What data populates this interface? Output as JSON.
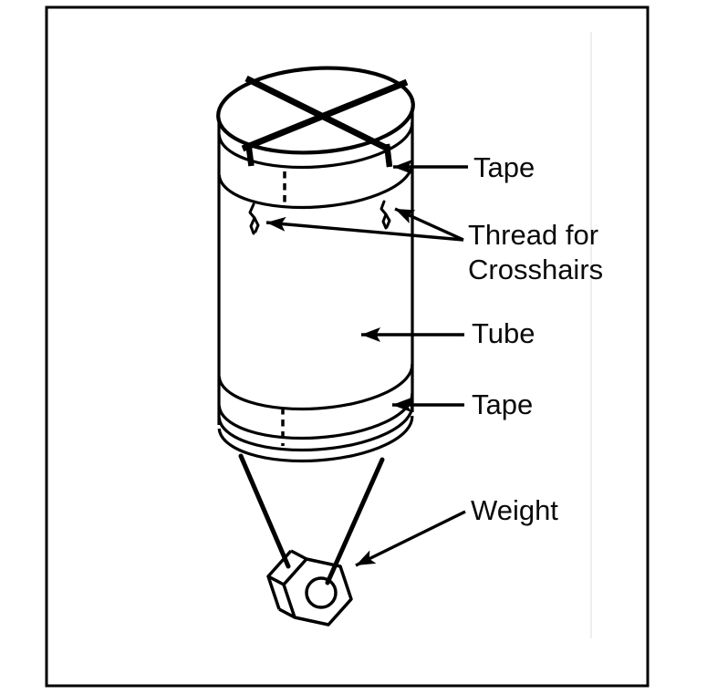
{
  "figure": {
    "colors": {
      "ink": "#000000",
      "paper": "#ffffff",
      "faint_line": "#eeeeee"
    },
    "labels": {
      "tape_top": "Tape",
      "thread_line1": "Thread for",
      "thread_line2": "Crosshairs",
      "tube": "Tube",
      "tape_bottom": "Tape",
      "weight": "Weight"
    }
  }
}
